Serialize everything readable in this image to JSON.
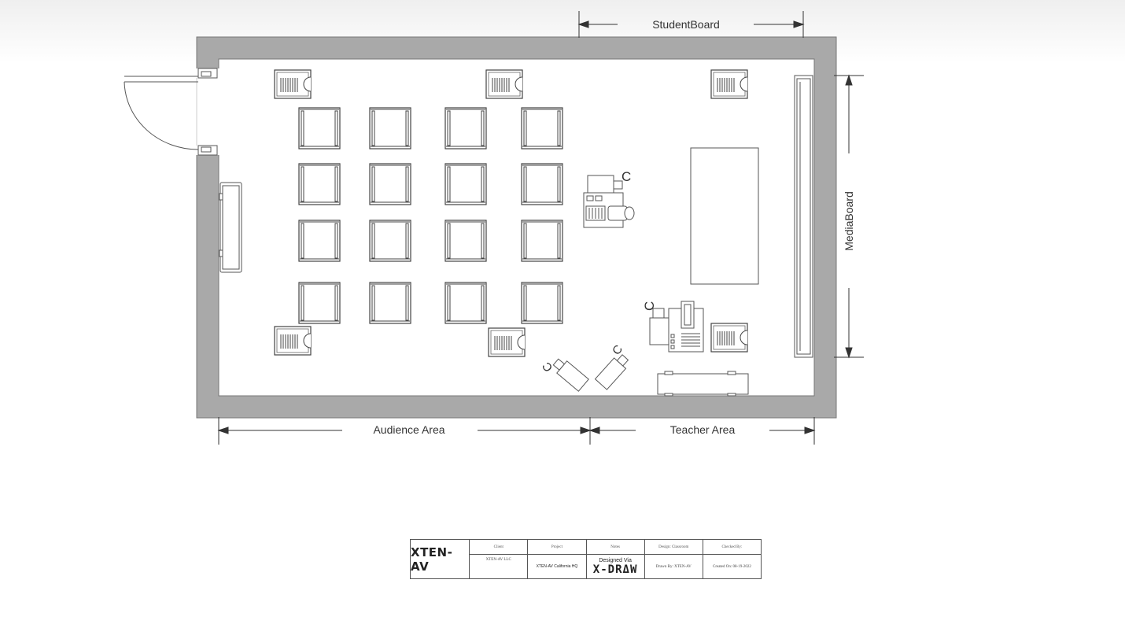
{
  "dimensions": {
    "student_board": "StudentBoard",
    "media_board": "MediaBoard",
    "audience_area": "Audience Area",
    "teacher_area": "Teacher Area"
  },
  "camera_label": "C",
  "title_block": {
    "logo": "XTEN-AV",
    "client_head": "Client",
    "client_value": "XTEN-AV LLC",
    "project_head": "Project",
    "project_value": "XTEN-AV California HQ",
    "notes_head": "Notes",
    "notes_small": "Designed Via",
    "notes_big": "X-DRΔW",
    "design_head": "Design: Classroom",
    "design_value": "Drawn By: XTEN-AV",
    "checked_head": "Checked By:",
    "checked_value": "Created On: 08-19-2022"
  },
  "colors": {
    "wall": "#a9a9a9",
    "line": "#555555"
  }
}
